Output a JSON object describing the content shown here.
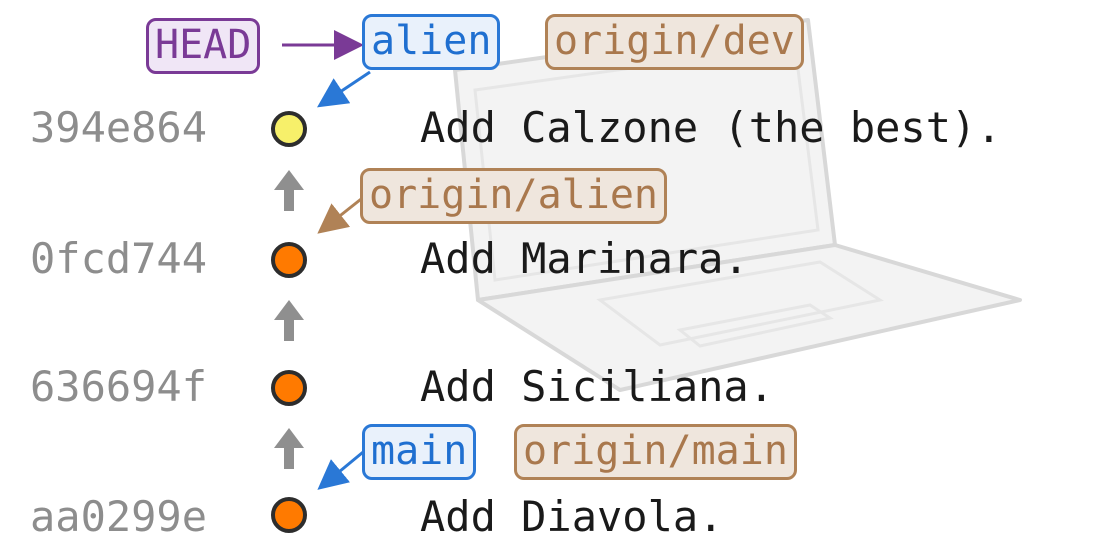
{
  "head_label": "HEAD",
  "commits": [
    {
      "hash": "394e864",
      "message": "Add Calzone (the best).",
      "color": "#f7f06a"
    },
    {
      "hash": "0fcd744",
      "message": "Add Marinara.",
      "color": "#ff7a00"
    },
    {
      "hash": "636694f",
      "message": "Add Siciliana.",
      "color": "#ff7a00"
    },
    {
      "hash": "aa0299e",
      "message": "Add Diavola.",
      "color": "#ff7a00"
    }
  ],
  "refs": {
    "alien": "alien",
    "origin_dev": "origin/dev",
    "origin_alien": "origin/alien",
    "main": "main",
    "origin_main": "origin/main"
  },
  "colors": {
    "head": "#7a3a96",
    "local_branch": "#2a78d6",
    "remote_branch": "#b08256",
    "parent_arrow": "#8f8f8f"
  },
  "background_illustration": "laptop-icon"
}
